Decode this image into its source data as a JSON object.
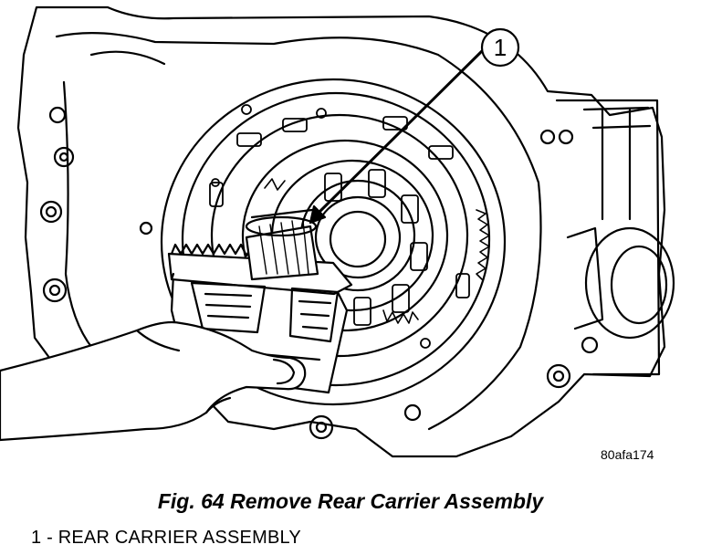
{
  "figure": {
    "image_code": "80afa174",
    "callout_number": "1",
    "caption": "Fig. 64 Remove Rear Carrier Assembly"
  },
  "legend": [
    {
      "number": "1",
      "separator": "-",
      "text": "REAR CARRIER ASSEMBLY"
    }
  ]
}
